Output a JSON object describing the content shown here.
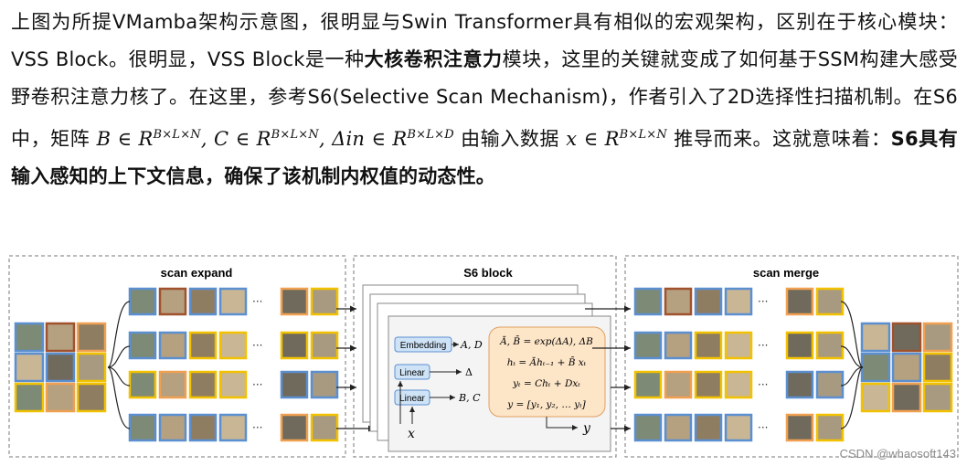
{
  "paragraph": {
    "s1": "上图为所提VMamba架构示意图，很明显与Swin Transformer具有相似的宏观架构，区别在于核心模块：VSS Block。很明显，VSS Block是一种",
    "bold1": "大核卷积注意力",
    "s2": "模块，这里的关键就变成了如何基于SSM构建大感受野卷积注意力核了。在这里，参考S6(Selective Scan Mechanism)，作者引入了2D选择性扫描机制。在S6中，矩阵",
    "math_B": "B",
    "math_C": "C",
    "math_Delta": "Δin",
    "in_sym": "∈",
    "R": "R",
    "sup_BLN": "B×L×N",
    "sup_BLD": "B×L×D",
    "s3": "由输入数据",
    "math_x": "x",
    "s4": "推导而来。这就意味着：",
    "bold2": "S6具有输入感知的上下文信息，确保了该机制内权值的动态性。"
  },
  "figure": {
    "scan_expand_title": "scan expand",
    "s6_block_title": "S6 block",
    "scan_merge_title": "scan merge",
    "ellipsis": "···",
    "embedding_label": "Embedding",
    "linear_label": "Linear",
    "out_ad": "A, D",
    "out_delta": "Δ",
    "out_bc": "B, C",
    "input_x": "x",
    "output_y": "y",
    "eq1": "Ā, B̄ = exp(ΔA), ΔB",
    "eq2": "hₜ = Āhₜ₋₁ + B̄ xₜ",
    "eq3": "yₜ = Chₜ + Dxₜ",
    "eq4": "y = [y₁, y₂, … yₗ]"
  },
  "colors": {
    "tile_blue": "#5b8fd0",
    "tile_brown": "#a0522d",
    "tile_orange": "#f0a050",
    "tile_yellow": "#f2c200",
    "panel_border": "#666666",
    "linear_fill": "#cfe3f7",
    "eq_fill": "#fde5c8"
  },
  "watermark": "CSDN @whaosoft143"
}
